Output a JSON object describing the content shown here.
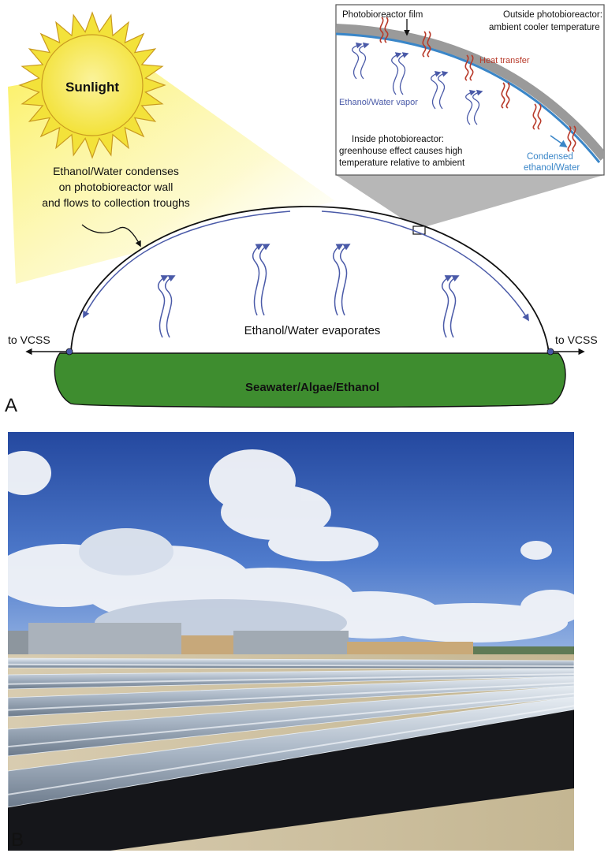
{
  "panel_a": {
    "letter": "A",
    "sun_label": "Sunlight",
    "condense_note": [
      "Ethanol/Water condenses",
      "on photobioreactor wall",
      "and flows to collection troughs"
    ],
    "evaporates_label": "Ethanol/Water evaporates",
    "to_vcss_left": "to VCSS",
    "to_vcss_right": "to VCSS",
    "liquid_label": "Seawater/Algae/Ethanol",
    "inset": {
      "film_label": "Photobioreactor film",
      "outside_label": [
        "Outside photobioreactor:",
        "ambient cooler temperature"
      ],
      "heat_label": "Heat transfer",
      "vapor_label": "Ethanol/Water vapor",
      "inside_label": [
        "Inside photobioreactor:",
        "greenhouse effect causes high",
        "temperature relative to ambient"
      ],
      "condensed_label": [
        "Condensed",
        "ethanol/Water"
      ]
    },
    "colors": {
      "sun": "#f7e93b",
      "sun_edge": "#d6a21c",
      "liquid": "#3e8d2f",
      "arrow_blue": "#4a5aa8",
      "heat_red": "#b83a2a",
      "film_gray": "#9a9a9a",
      "condensate_blue": "#3a86c8"
    }
  },
  "panel_b": {
    "letter": "B",
    "colors": {
      "sky_top": "#2a53b6",
      "sky_bottom": "#6c95d8",
      "ground": "#cfc3a6",
      "tubes": "#c9d2dc",
      "liner": "#15161a"
    }
  }
}
